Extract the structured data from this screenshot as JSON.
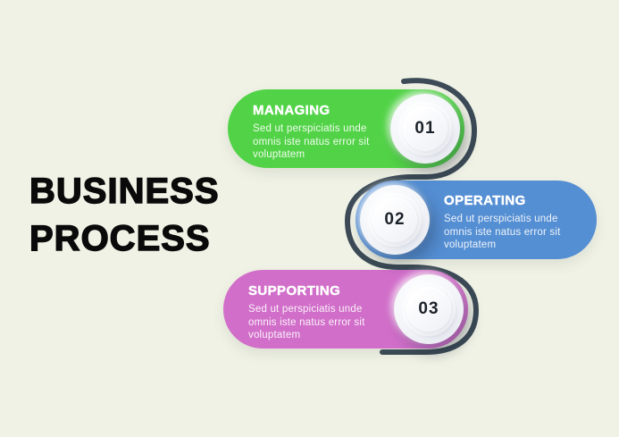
{
  "background_color": "#f0f2e6",
  "connector_color": "#3c4b57",
  "title": {
    "line1": "BUSINESS",
    "line2": "PROCESS"
  },
  "steps": [
    {
      "number": "01",
      "title": "MANAGING",
      "description": "Sed ut perspiciatis unde omnis iste natus error sit voluptatem",
      "color": "#52d347"
    },
    {
      "number": "02",
      "title": "OPERATING",
      "description": "Sed ut perspiciatis unde omnis iste natus error sit voluptatem",
      "color": "#548ed3"
    },
    {
      "number": "03",
      "title": "SUPPORTING",
      "description": "Sed ut perspiciatis unde omnis iste natus error sit voluptatem",
      "color": "#d16ec9"
    }
  ]
}
